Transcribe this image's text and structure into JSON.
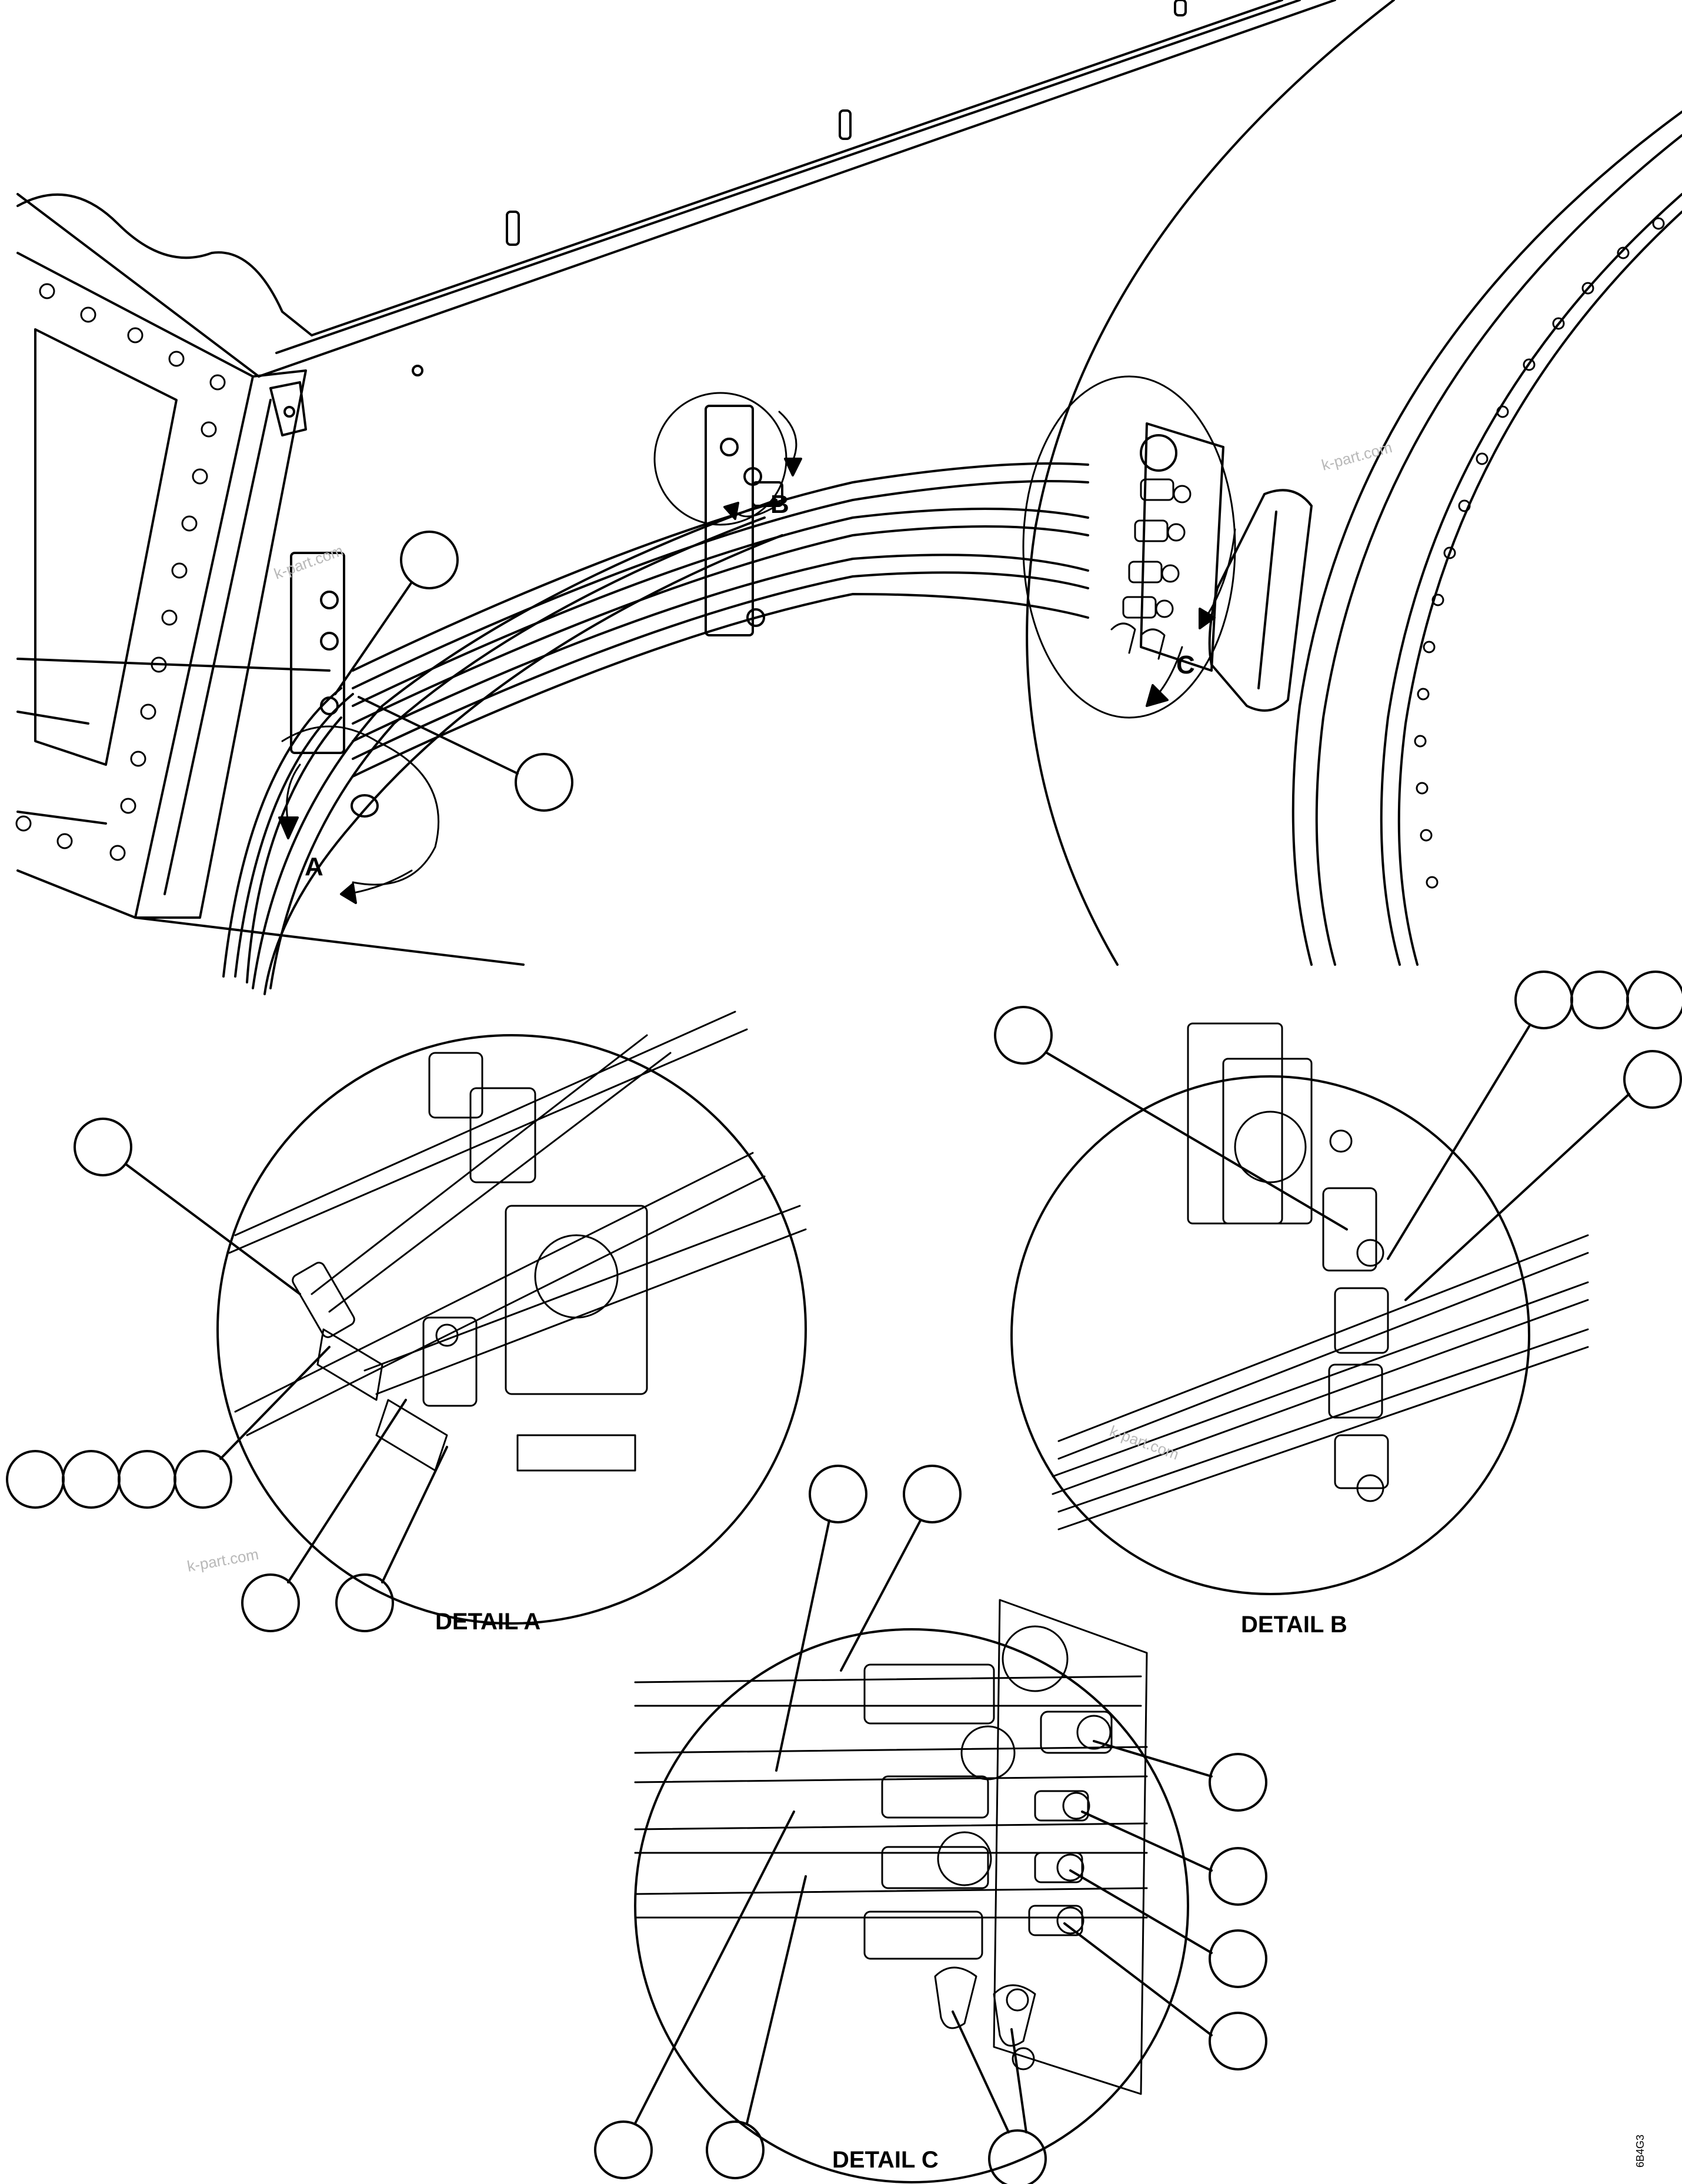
{
  "view_letters": {
    "a": "A",
    "b": "B",
    "c": "C"
  },
  "detail_labels": {
    "a": "DETAIL A",
    "b": "DETAIL B",
    "c": "DETAIL C"
  },
  "watermark": "k-part.com",
  "figure_code": "6B4G3"
}
